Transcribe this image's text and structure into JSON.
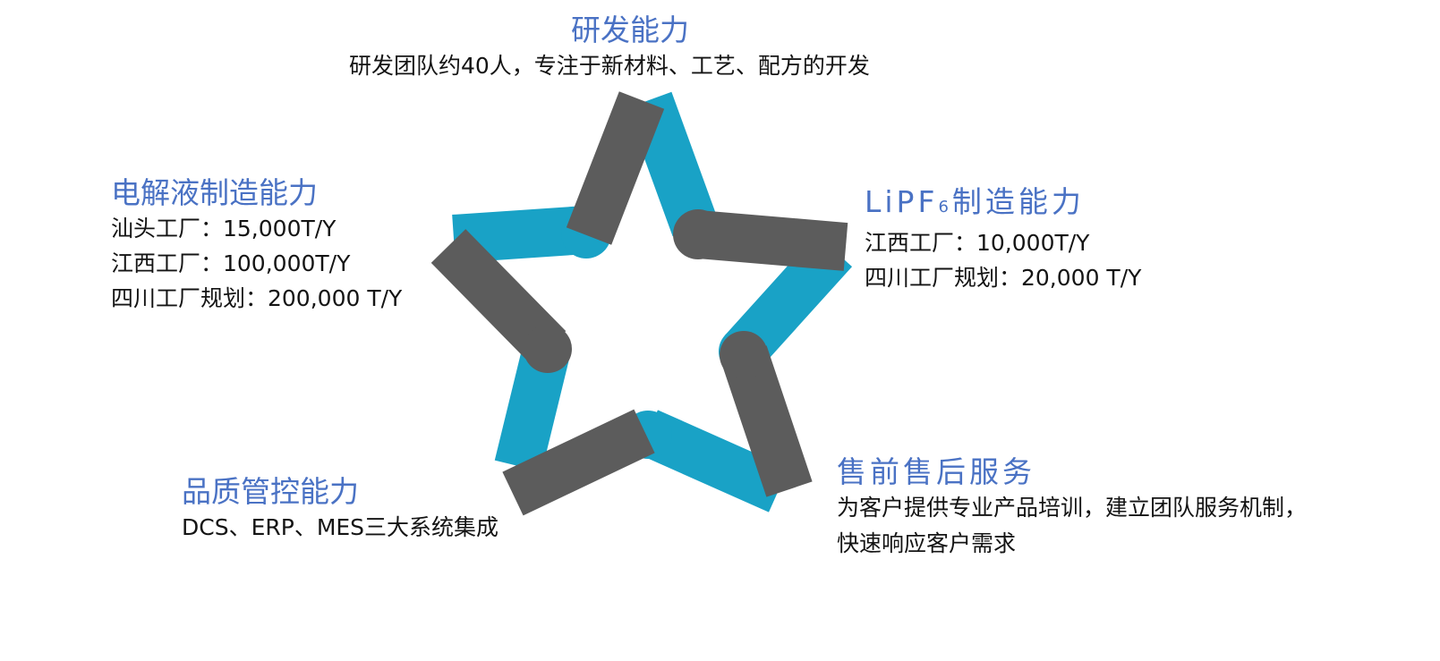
{
  "rd": {
    "title": "研发能力",
    "lines": [
      "研发团队约40人，专注于新材料、工艺、配方的开发"
    ]
  },
  "lipf6": {
    "title_main": "LiPF",
    "title_sub": "6",
    "title_rest": "制造能力",
    "lines": [
      "江西工厂：10,000T/Y",
      "四川工厂规划：20,000 T/Y"
    ]
  },
  "electrolyte": {
    "title": "电解液制造能力",
    "lines": [
      "汕头工厂：15,000T/Y",
      "江西工厂：100,000T/Y",
      "四川工厂规划：200,000 T/Y"
    ]
  },
  "quality": {
    "title": "品质管控能力",
    "lines": [
      "DCS、ERP、MES三大系统集成"
    ]
  },
  "service": {
    "title": "售前售后服务",
    "lines": [
      "为客户提供专业产品培训，建立团队服务机制，",
      "快速响应客户需求"
    ]
  },
  "colors": {
    "blue_band": "#19a2c6",
    "gray_band": "#5c5c5c",
    "title_text": "#4a72c4",
    "body_text": "#141414"
  }
}
